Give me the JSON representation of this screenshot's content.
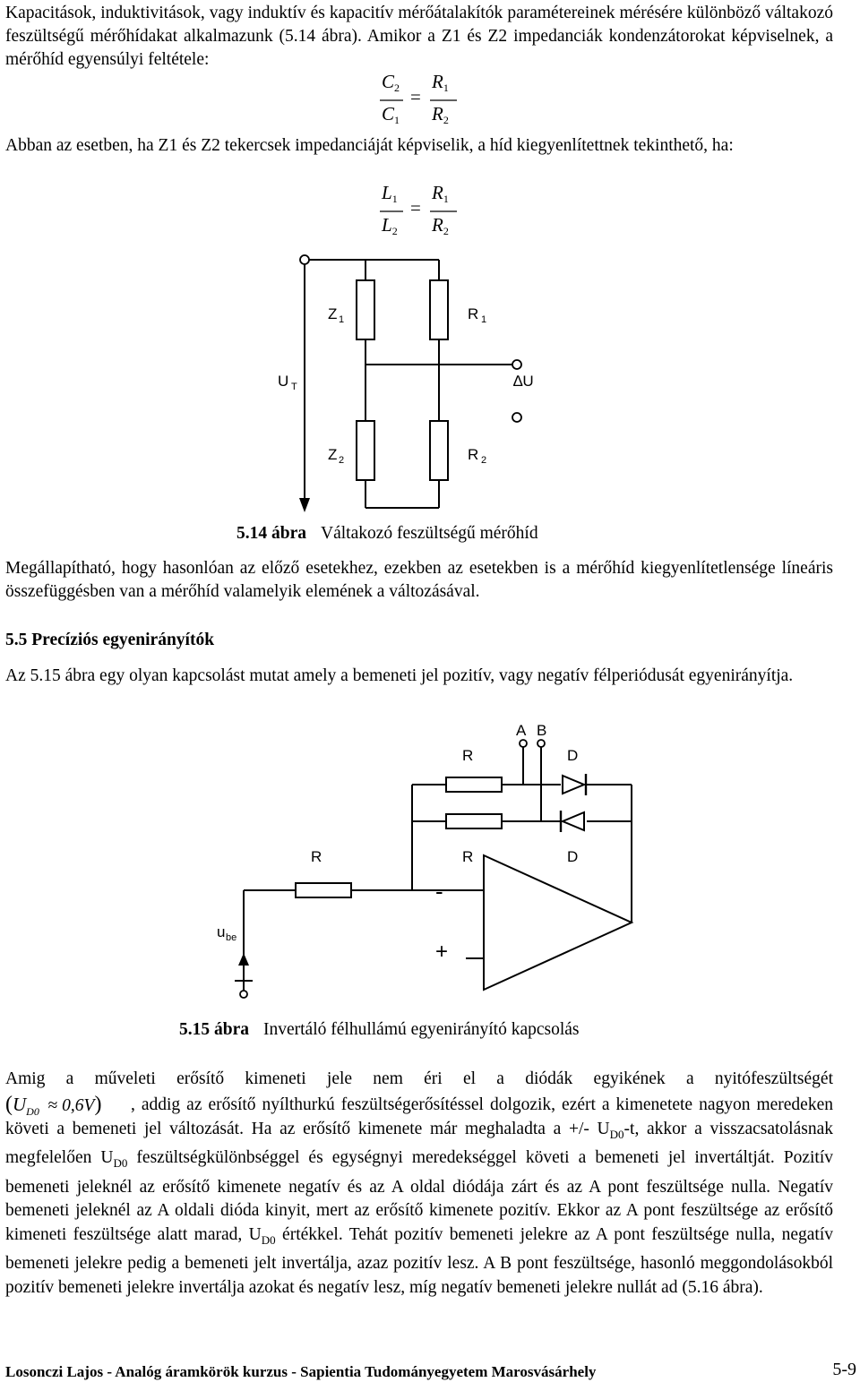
{
  "para1": "Kapacitások, induktivitások, vagy induktív és kapacitív mérőátalakítók paramétereinek mérésére különböző váltakozó feszültségű mérőhídakat alkalmazunk (5.14 ábra). Amikor a Z1 és Z2 impedanciák kondenzátorokat képviselnek, a mérőhíd egyensúlyi feltétele:",
  "eq1": {
    "num_left": "C",
    "num_left_sub": "2",
    "den_left": "C",
    "den_left_sub": "1",
    "num_right": "R",
    "num_right_sub": "1",
    "den_right": "R",
    "den_right_sub": "2",
    "eq": "="
  },
  "para2": "Abban az esetben, ha Z1 és Z2 tekercsek impedanciáját képviselik, a híd kiegyenlítettnek tekinthető, ha:",
  "eq2": {
    "num_left": "L",
    "num_left_sub": "1",
    "den_left": "L",
    "den_left_sub": "2",
    "num_right": "R",
    "num_right_sub": "1",
    "den_right": "R",
    "den_right_sub": "2",
    "eq": "="
  },
  "fig514": {
    "z1": "Z",
    "z1_sub": "1",
    "r1": "R",
    "r1_sub": "1",
    "ut": "U",
    "ut_sub": "T",
    "du": "∆U",
    "z2": "Z",
    "z2_sub": "2",
    "r2": "R",
    "r2_sub": "2",
    "caption_num": "5.14 ábra",
    "caption_text": "Váltakozó feszültségű mérőhíd"
  },
  "para3": "Megállapítható, hogy hasonlóan az előző esetekhez, ezekben az esetekben is a mérőhíd kiegyenlítetlensége líneáris összefüggésben van a mérőhíd valamelyik elemének a változásával.",
  "heading": "5.5 Precíziós egyenirányítók",
  "para4": "Az 5.15 ábra egy olyan kapcsolást mutat amely a bemeneti jel pozitív, vagy negatív félperiódusát egyenirányítja.",
  "fig515": {
    "a": "A",
    "b": "B",
    "r_top": "R",
    "d_top": "D",
    "r_in": "R",
    "r_mid": "R",
    "d_mid": "D",
    "minus": "-",
    "plus": "+",
    "ube": "u",
    "ube_sub": "be",
    "caption_num": "5.15 ábra",
    "caption_text": "Invertáló félhullámú egyenirányító kapcsolás"
  },
  "para5a": "Amig a műveleti erősítő kimeneti jele nem éri el a diódák egyikének a nyitófeszültségét",
  "para5_formula": {
    "open": "(",
    "u": "U",
    "u_sub": "D0",
    "approx": "≈",
    "val": "0,6V",
    "close": ")"
  },
  "para5b": ", addig az erősítő nyílthurkú feszültségerősítéssel dolgozik, ezért a kimenetete nagyon meredeken követi a bemeneti jel változását. Ha az erősítő kimenete már meghaladta a +/- U",
  "para5_sub1": "D0",
  "para5c": "-t, akkor a visszacsatolásnak megfelelően U",
  "para5_sub2": "D0",
  "para5d": " feszültségkülönbséggel és egységnyi meredekséggel követi a bemeneti jel invertáltját. Pozitív bemeneti jeleknél az erősítő kimenete negatív és az A oldal diódája zárt és az A pont feszültsége nulla. Negatív bemeneti jeleknél az A oldali dióda kinyit, mert az erősítő kimenete pozitív. Ekkor az A pont feszültsége az erősítő kimeneti feszültsége alatt marad, U",
  "para5_sub3": "D0",
  "para5e": " értékkel. Tehát pozitív bemeneti jelekre az A pont feszültsége nulla, negatív bemeneti jelekre pedig a bemeneti jelt invertálja, azaz pozitív lesz. A B pont feszültsége, hasonló meggondolásokból pozitív bemeneti jelekre invertálja azokat és negatív lesz, míg negatív bemeneti jelekre nullát ad (5.16 ábra).",
  "footer": "Losonczi Lajos - Analóg áramkörök kurzus - Sapientia Tudományegyetem Marosvásárhely",
  "page_number": "5-9"
}
